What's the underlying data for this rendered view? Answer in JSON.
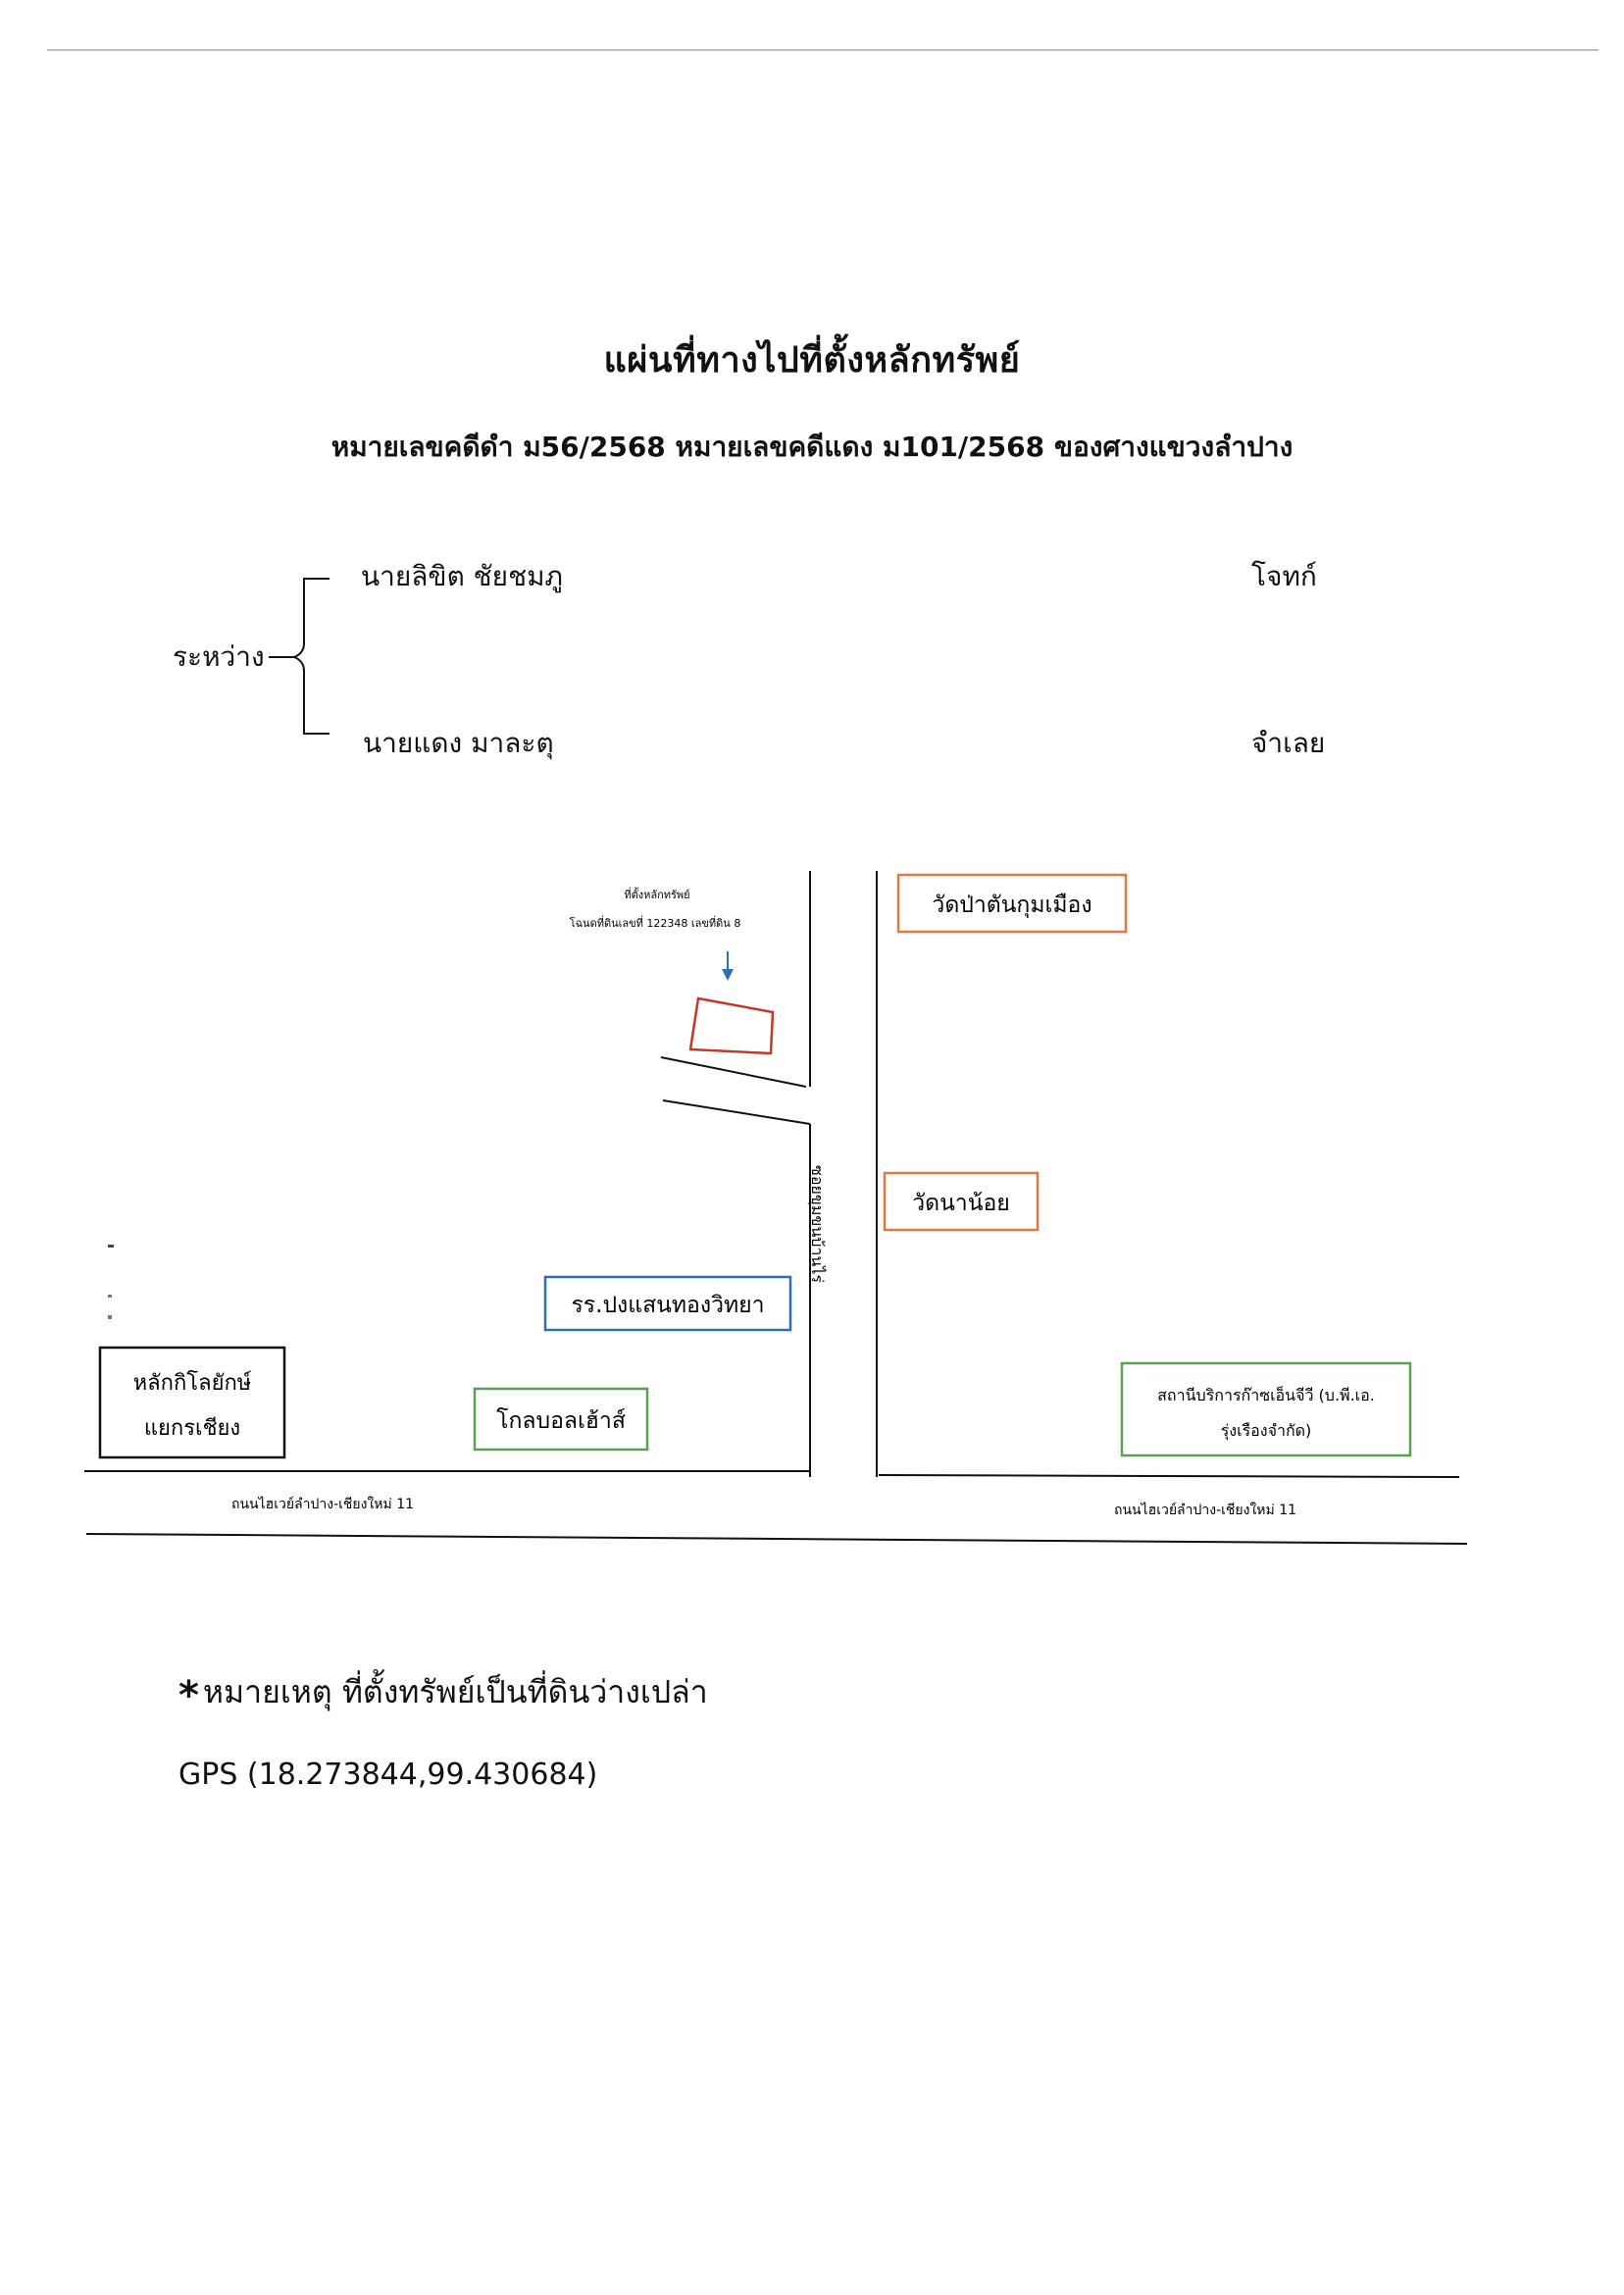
{
  "header": {
    "title": "แผ่นที่ทางไปที่ตั้งหลักทรัพย์",
    "subtitle": "หมายเลขคดีดำ ม56/2568 หมายเลขคดีแดง ม101/2568 ของศางแขวงลำปาง"
  },
  "parties": {
    "between_label": "ระหว่าง",
    "plaintiff_name": "นายลิขิต ชัยชมภู",
    "plaintiff_role": "โจทก์",
    "defendant_name": "นายแดง มาละตุ",
    "defendant_role": "จำเลย"
  },
  "map": {
    "property_label_line1": "ที่ตั้งหลักทรัพย์",
    "property_label_line2": "โฉนดที่ดินเลขที่ 122348 เลขที่ดิน 8",
    "landmarks": {
      "wat_pa": "วัดป่าตันกุมเมือง",
      "wat_na_noi": "วัดนาน้อย",
      "school": "รร.ปงแสนทองวิทยา",
      "km_marker_line1": "หลักกิโลยักษ์",
      "km_marker_line2": "แยกรเชียง",
      "global_house": "โกลบอลเฮ้าส์",
      "gas_station_line1": "สถานีบริการก๊าซเอ็นจีวี (บ.พี.เอ.",
      "gas_station_line2": "รุ่งเรืองจำกัด)"
    },
    "soi_label": "ซอยขุมขนบ้านไร่",
    "highway_label_left": "ถนนไฮเวย์ลำปาง-เชียงใหม่ 11",
    "highway_label_right": "ถนนไฮเวย์ลำปาง-เชียงใหม่ 11",
    "colors": {
      "orange_box": "#e07a45",
      "red_plot": "#c0392b",
      "blue_box": "#2f6fb6",
      "green_box": "#5aa052",
      "black_box": "#111111",
      "arrow": "#2f6fb6"
    }
  },
  "footer": {
    "note_star": "*",
    "note": "หมายเหตุ ที่ตั้งทรัพย์เป็นที่ดินว่างเปล่า",
    "gps": "GPS (18.273844,99.430684)"
  }
}
